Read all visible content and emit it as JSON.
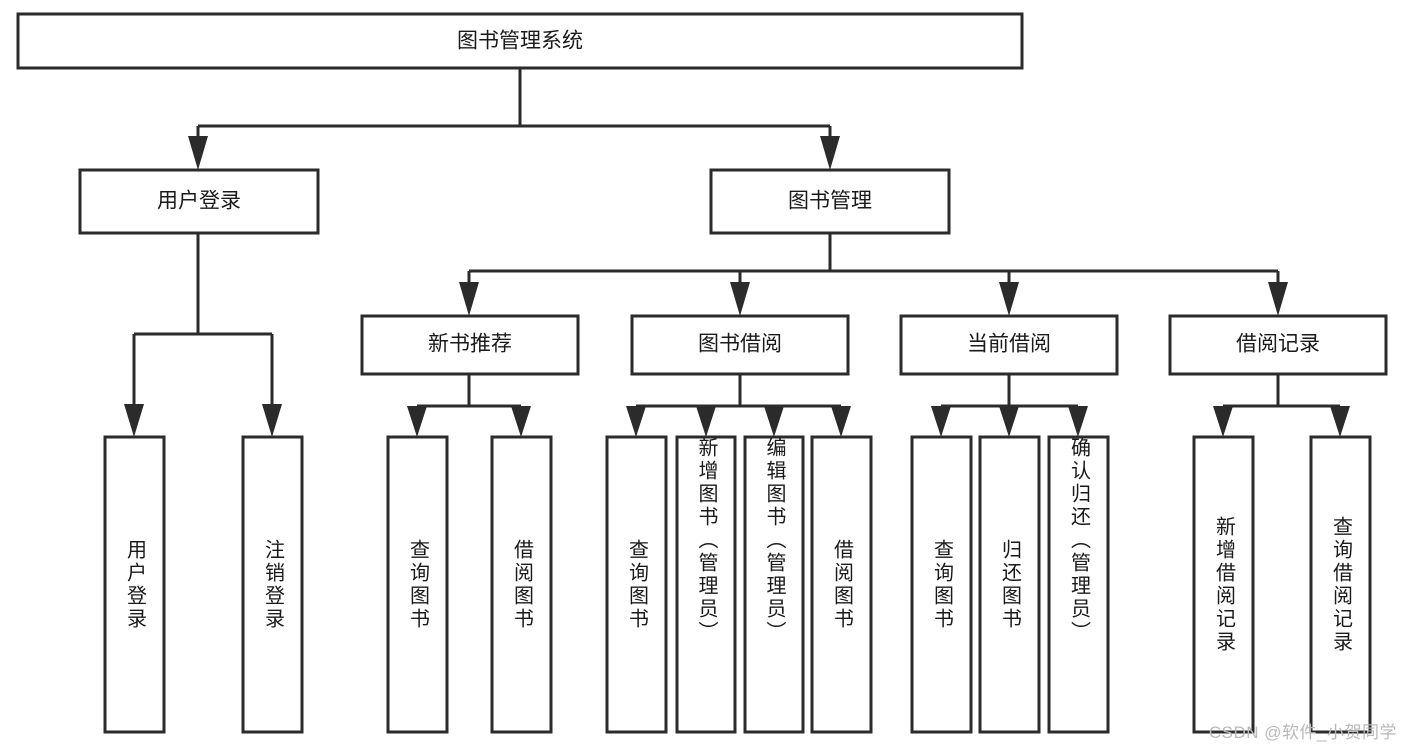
{
  "diagram": {
    "type": "tree-hierarchy",
    "title": "图书管理系统",
    "root": {
      "label": "图书管理系统",
      "orientation": "horizontal"
    },
    "level2": [
      {
        "label": "用户登录",
        "orientation": "horizontal"
      },
      {
        "label": "图书管理",
        "orientation": "horizontal"
      }
    ],
    "level3": [
      {
        "label": "新书推荐",
        "orientation": "horizontal"
      },
      {
        "label": "图书借阅",
        "orientation": "horizontal"
      },
      {
        "label": "当前借阅",
        "orientation": "horizontal"
      },
      {
        "label": "借阅记录",
        "orientation": "horizontal"
      }
    ],
    "leaves": {
      "user_login": [
        {
          "label": "用户登录",
          "orientation": "vertical"
        },
        {
          "label": "注销登录",
          "orientation": "vertical"
        }
      ],
      "new_book_recommend": [
        {
          "label": "查询图书",
          "orientation": "vertical"
        },
        {
          "label": "借阅图书",
          "orientation": "vertical"
        }
      ],
      "book_borrow": [
        {
          "label": "查询图书",
          "orientation": "vertical"
        },
        {
          "label": "新增图书（管理员）",
          "orientation": "vertical"
        },
        {
          "label": "编辑图书（管理员）",
          "orientation": "vertical"
        },
        {
          "label": "借阅图书",
          "orientation": "vertical"
        }
      ],
      "current_borrow": [
        {
          "label": "查询图书",
          "orientation": "vertical"
        },
        {
          "label": "归还图书",
          "orientation": "vertical"
        },
        {
          "label": "确认归还（管理员）",
          "orientation": "vertical"
        }
      ],
      "borrow_records": [
        {
          "label": "新增借阅记录",
          "orientation": "vertical"
        },
        {
          "label": "查询借阅记录",
          "orientation": "vertical"
        }
      ]
    }
  },
  "colors": {
    "background": "#ffffff",
    "box_fill": "#ffffff",
    "box_stroke": "#2b2b2b",
    "text": "#1a1a1a",
    "connector": "#2b2b2b",
    "watermark": "#b9b9b9"
  },
  "watermark": {
    "text": "CSDN @软件_小贺同学"
  }
}
